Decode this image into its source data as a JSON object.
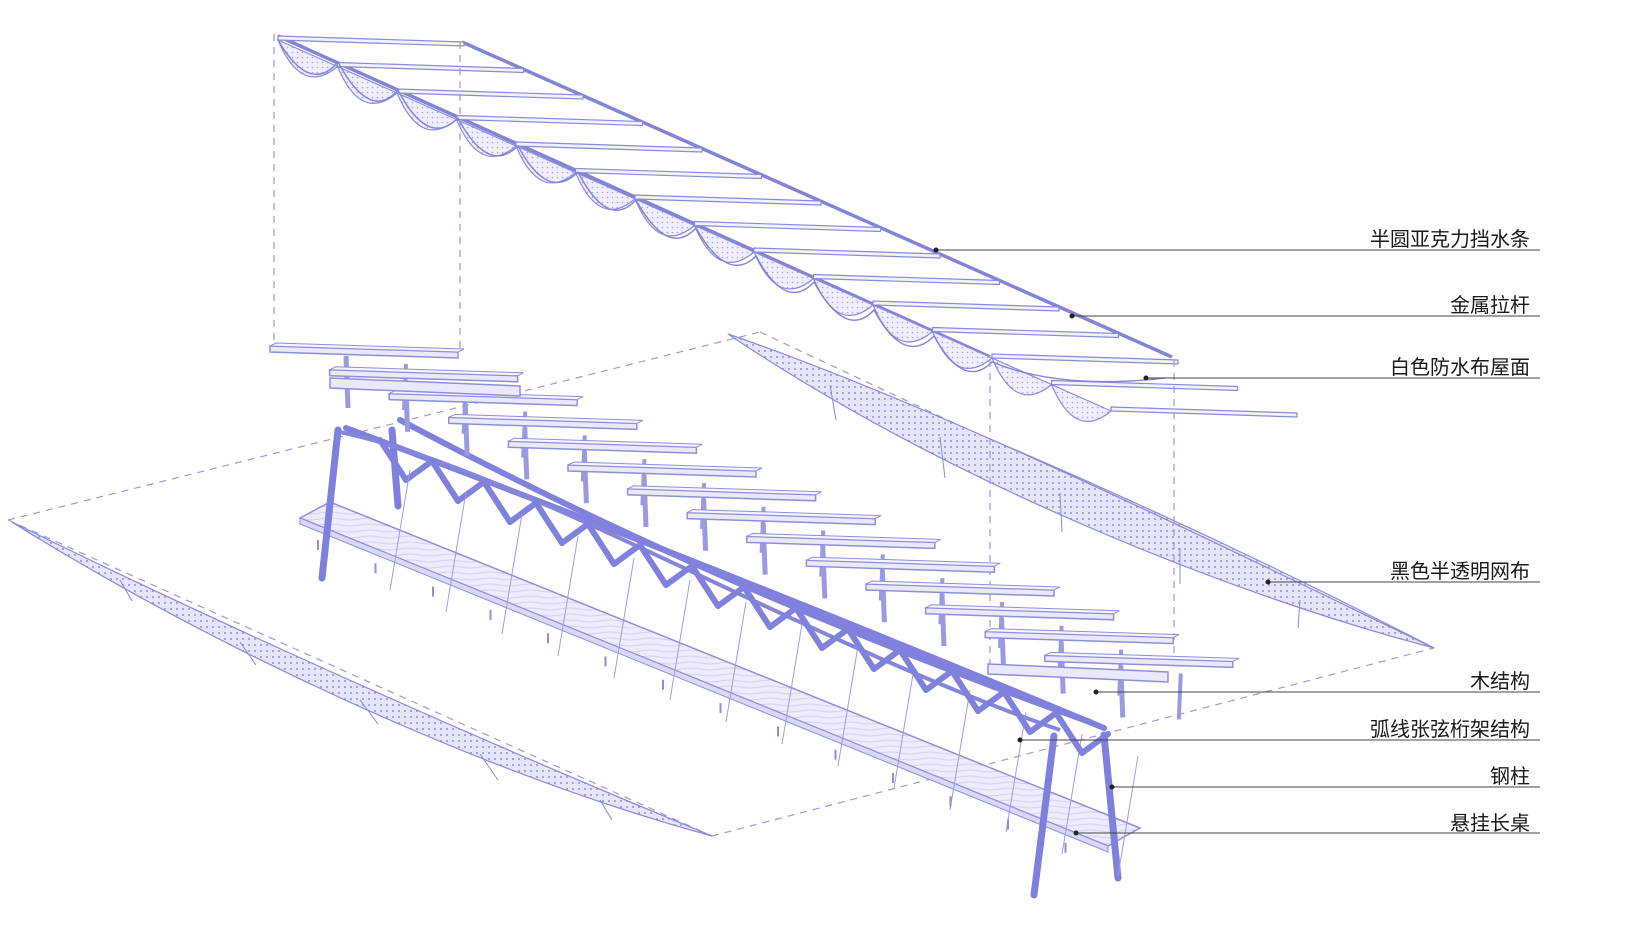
{
  "labels": [
    {
      "id": "acrylic",
      "text": "半圆亚克力挡水条"
    },
    {
      "id": "tierod",
      "text": "金属拉杆"
    },
    {
      "id": "roof",
      "text": "白色防水布屋面"
    },
    {
      "id": "mesh",
      "text": "黑色半透明网布"
    },
    {
      "id": "wood",
      "text": "木结构"
    },
    {
      "id": "truss",
      "text": "弧线张弦桁架结构"
    },
    {
      "id": "column",
      "text": "钢柱"
    },
    {
      "id": "table",
      "text": "悬挂长桌"
    }
  ],
  "colors": {
    "line": "#8080dd",
    "fill": "#e9e9fb",
    "text": "#1a1a1a",
    "leader": "#444444"
  }
}
